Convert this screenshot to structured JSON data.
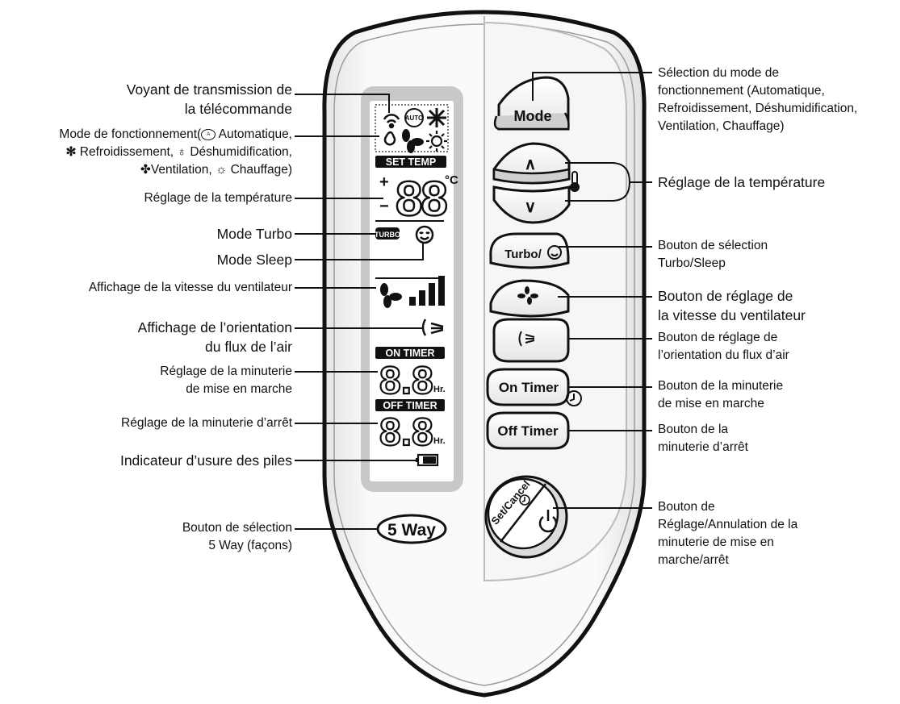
{
  "left_labels": {
    "transmission": [
      "Voyant de transmission de",
      "la télécommande"
    ],
    "mode_line1": "Mode de fonctionnement(",
    "mode_auto": "Automatique,",
    "mode_cool": "Refroidissement,",
    "mode_dry": "Déshumidification,",
    "mode_fan": "Ventilation,",
    "mode_heat": "Chauffage)",
    "temp": "Réglage de la température",
    "turbo": "Mode Turbo",
    "sleep": "Mode Sleep",
    "fan_speed": "Affichage de la vitesse du ventilateur",
    "airflow": [
      "Affichage de l’orientation",
      "du flux de l’air"
    ],
    "on_timer": [
      "Réglage de la minuterie",
      "de mise en marche"
    ],
    "off_timer": "Réglage de la minuterie d’arrêt",
    "battery": "Indicateur d’usure des piles",
    "five_way": [
      "Bouton de sélection",
      "5 Way (façons)"
    ]
  },
  "right_labels": {
    "mode": [
      "Sélection du mode de",
      "fonctionnement (Automatique,",
      "Refroidissement, Déshumidification,",
      "Ventilation, Chauffage)"
    ],
    "temp": "Réglage de la température",
    "turbo": [
      "Bouton de sélection",
      "Turbo/Sleep"
    ],
    "fan": [
      "Bouton de réglage de",
      "la vitesse du ventilateur"
    ],
    "airflow": [
      "Bouton de réglage de",
      "l’orientation du flux d’air"
    ],
    "on_timer": [
      "Bouton de la minuterie",
      "de mise en marche"
    ],
    "off_timer": [
      "Bouton de la",
      "minuterie d’arrêt"
    ],
    "set_cancel": [
      "Bouton de",
      "Réglage/Annulation de la",
      "minuterie de mise en",
      "marche/arrêt"
    ]
  },
  "lcd": {
    "auto_badge": "AUTO",
    "set_temp": "SET TEMP",
    "temp_digits": "88",
    "temp_unit": "°C",
    "turbo_badge": "TURBO",
    "on_timer": "ON TIMER",
    "off_timer": "OFF TIMER",
    "timer_digits": "8.8",
    "timer_unit": "Hr."
  },
  "buttons": {
    "mode": "Mode",
    "up": "∧",
    "down": "∨",
    "turbo": "Turbo/",
    "on_timer": "On Timer",
    "off_timer": "Off Timer",
    "set_cancel": "Set/Cancel",
    "five_way": "5 Way"
  },
  "colors": {
    "remote_body": "#f2f2f2",
    "remote_outline": "#111111",
    "lcd_frame": "#c8c8c8",
    "lcd_bg": "#ffffff"
  }
}
